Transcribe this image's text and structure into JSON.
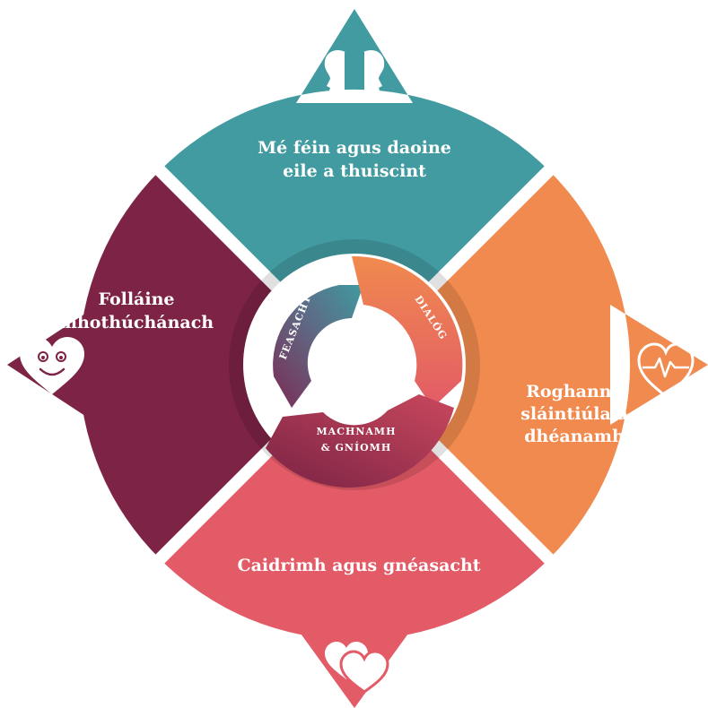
{
  "quadrants": {
    "top": {
      "lines": [
        "Mé féin agus daoine",
        "eile a thuiscint"
      ],
      "color": "#429ba1",
      "icon": "two-faces-icon"
    },
    "right": {
      "lines": [
        "Roghanna",
        "sláintiúla a",
        "dhéanamh"
      ],
      "color": "#f08a4e",
      "icon": "heartbeat-heart-icon"
    },
    "bottom": {
      "lines": [
        "Caidrimh agus gnéasacht"
      ],
      "color": "#e35b67",
      "icon": "two-hearts-icon"
    },
    "left": {
      "lines": [
        "Folláine",
        "mhothúchánach"
      ],
      "color": "#7d2346",
      "icon": "smiley-heart-icon"
    }
  },
  "cycle": {
    "feasacht": "FEASACHT",
    "dialog": "DIALÓG",
    "machnamh_line1": "MACHNAMH",
    "machnamh_line2": "& GNÍOMH"
  }
}
